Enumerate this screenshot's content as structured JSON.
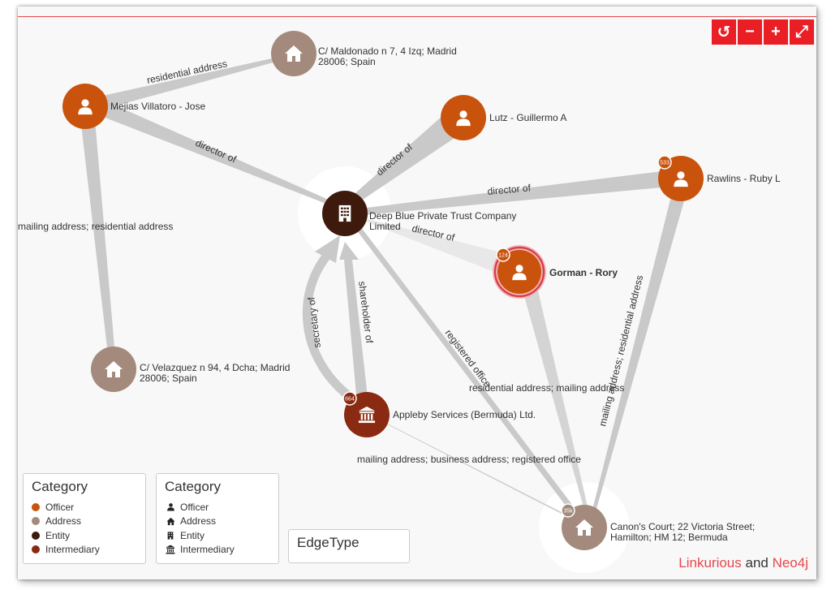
{
  "colors": {
    "officer": "#c9530d",
    "address": "#a38a7c",
    "entity": "#3d1a0b",
    "intermediary": "#8b2a12",
    "accent": "#ea1f26",
    "edge": "#c8c8c8"
  },
  "controls": {
    "reset_icon": "↺",
    "zoom_out_icon": "−",
    "zoom_in_icon": "+",
    "fullscreen_icon": "⤢"
  },
  "nodes": {
    "maldonado": {
      "label_lines": [
        "C/ Maldonado n 7, 4 Izq; Madrid",
        "28006; Spain"
      ],
      "icon": "home-icon"
    },
    "mejias": {
      "label": "Mejias Villatoro - Jose",
      "icon": "person-icon"
    },
    "lutz": {
      "label": "Lutz - Guillermo A",
      "icon": "person-icon"
    },
    "rawlins": {
      "label": "Rawlins - Ruby L",
      "badge": "533",
      "icon": "person-icon"
    },
    "deepblue": {
      "label_lines": [
        "Deep Blue Private Trust Company",
        "Limited"
      ],
      "icon": "building-icon"
    },
    "gorman": {
      "label": "Gorman - Rory",
      "badge": "124",
      "icon": "person-icon"
    },
    "velazquez": {
      "label_lines": [
        "C/ Velazquez n 94, 4 Dcha; Madrid",
        "28006; Spain"
      ],
      "icon": "home-icon"
    },
    "appleby": {
      "label": "Appleby Services (Bermuda) Ltd.",
      "badge": "664",
      "icon": "bank-icon"
    },
    "canons": {
      "label_lines": [
        "Canon's Court; 22 Victoria Street;",
        "Hamilton; HM 12; Bermuda"
      ],
      "badge": "35k",
      "icon": "home-icon"
    }
  },
  "edges": {
    "residential_address": "residential address",
    "mejias_director": "director of",
    "mailing_residential": "mailing address; residential address",
    "lutz_director": "director of",
    "rawlins_director": "director of",
    "gorman_director": "director of",
    "secretary": "secretary of",
    "shareholder": "shareholder of",
    "registered_office": "registered office",
    "gorman_address": "residential address; mailing address",
    "rawlins_address": "mailing address; residential address",
    "appleby_address": "mailing address; business address; registered office"
  },
  "legend_color": {
    "title": "Category",
    "items": [
      "Officer",
      "Address",
      "Entity",
      "Intermediary"
    ]
  },
  "legend_icon": {
    "title": "Category",
    "items": [
      "Officer",
      "Address",
      "Entity",
      "Intermediary"
    ]
  },
  "edgetype": {
    "title": "EdgeType"
  },
  "brand": {
    "part1": "Linkurious",
    "and": " and ",
    "part2": "Neo4j"
  }
}
